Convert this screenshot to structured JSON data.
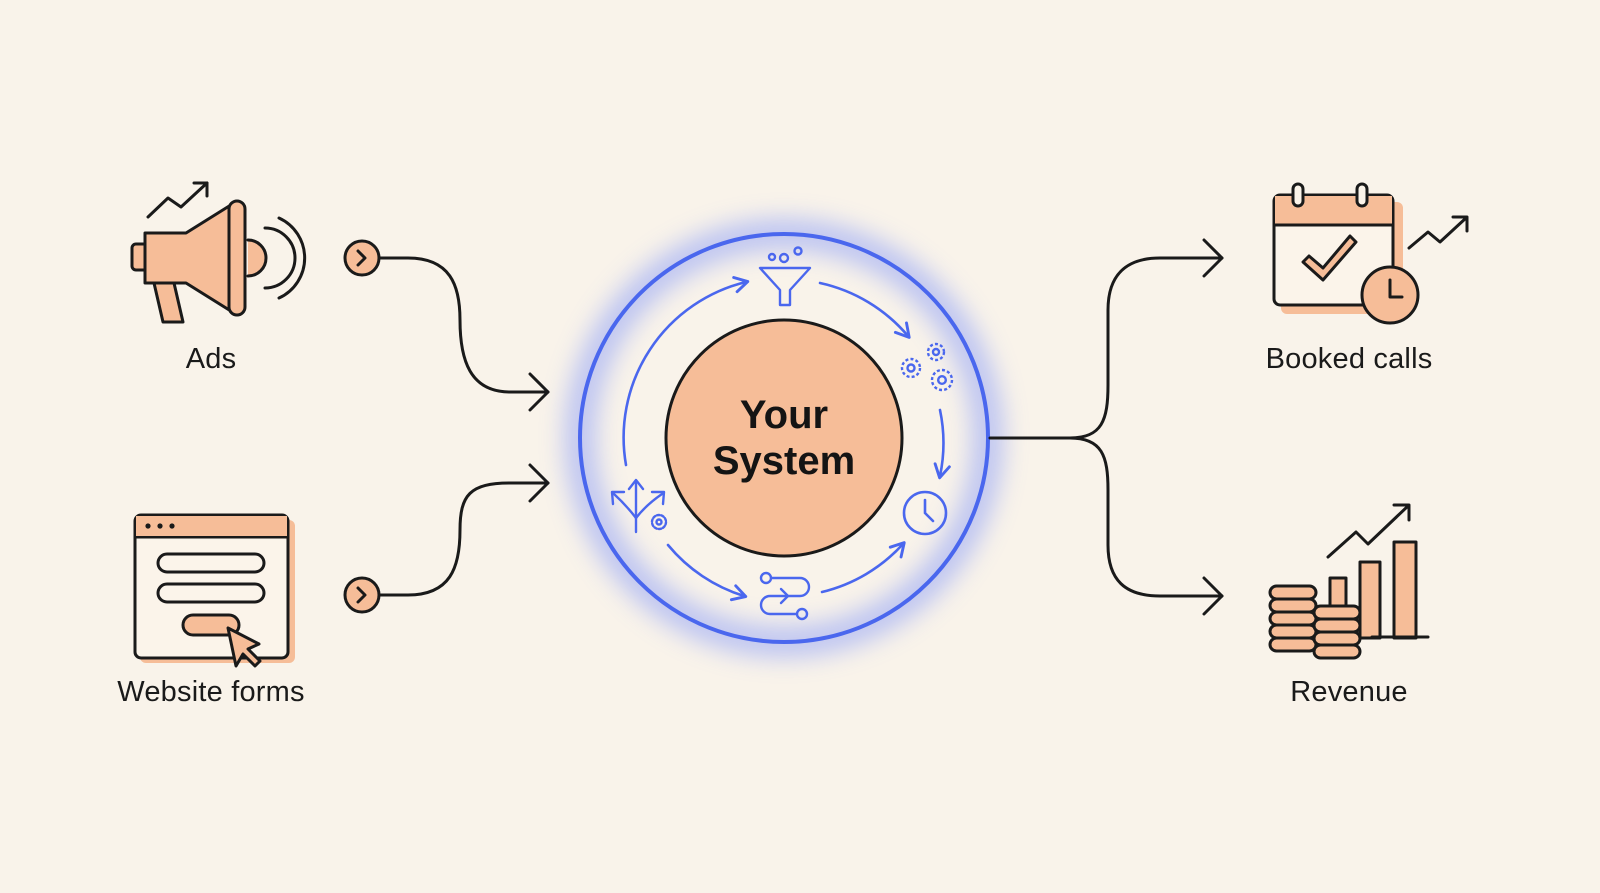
{
  "inputs": [
    {
      "label": "Ads",
      "icon": "megaphone-icon"
    },
    {
      "label": "Website forms",
      "icon": "browser-form-icon"
    }
  ],
  "outputs": [
    {
      "label": "Booked calls",
      "icon": "calendar-clock-icon"
    },
    {
      "label": "Revenue",
      "icon": "coins-bar-chart-icon"
    }
  ],
  "center": {
    "line1": "Your",
    "line2": "System"
  },
  "cycle_icons": [
    "funnel-icon",
    "gears-icon",
    "clock-icon",
    "workflow-icon",
    "split-arrows-icon"
  ],
  "colors": {
    "background": "#f9f3ea",
    "accent_peach": "#f6bd98",
    "ring_blue": "#4a67ee",
    "ink": "#1a1a1a"
  }
}
